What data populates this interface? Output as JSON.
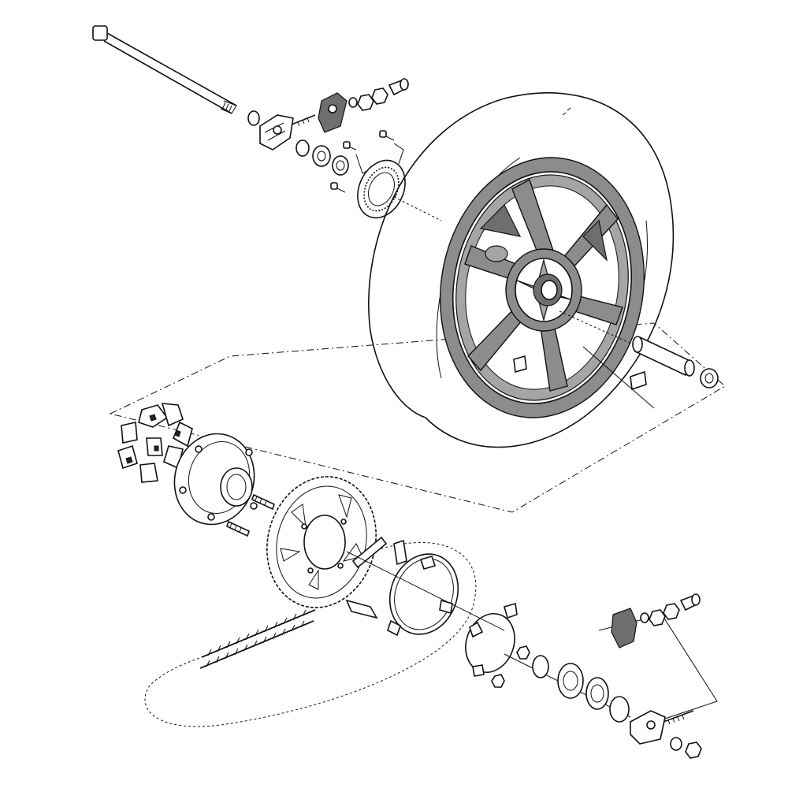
{
  "diagram": {
    "kind": "exploded parts view",
    "highlight_color": "#8c8c8c",
    "line_color": "#111111",
    "background": "#ffffff",
    "parts": [
      "rear-axle",
      "left-chain-adjuster",
      "axle-nut-washer-set-upper",
      "abs-tone-ring",
      "tone-ring-bolts",
      "rear-wheel",
      "rear-tire",
      "wheel-spacer-collar",
      "wheel-bearing",
      "cush-drive-rubber-dampers",
      "sprocket-carrier-hub",
      "sprocket-studs",
      "rear-sprocket",
      "drive-chain",
      "sprocket-cover-plate",
      "chain-guard-ring",
      "lock-plate",
      "carrier-bearing-set",
      "right-chain-adjuster",
      "axle-nut-washer-set-lower"
    ]
  }
}
